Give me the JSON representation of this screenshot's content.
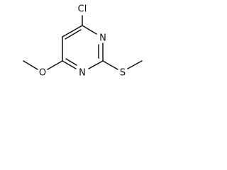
{
  "structure": {
    "atoms": {
      "chlorine": "Cl",
      "ring_nitrogen_1": "N",
      "ring_nitrogen_2": "N",
      "ether_oxygen": "O",
      "thioether_sulfur": "S"
    }
  }
}
